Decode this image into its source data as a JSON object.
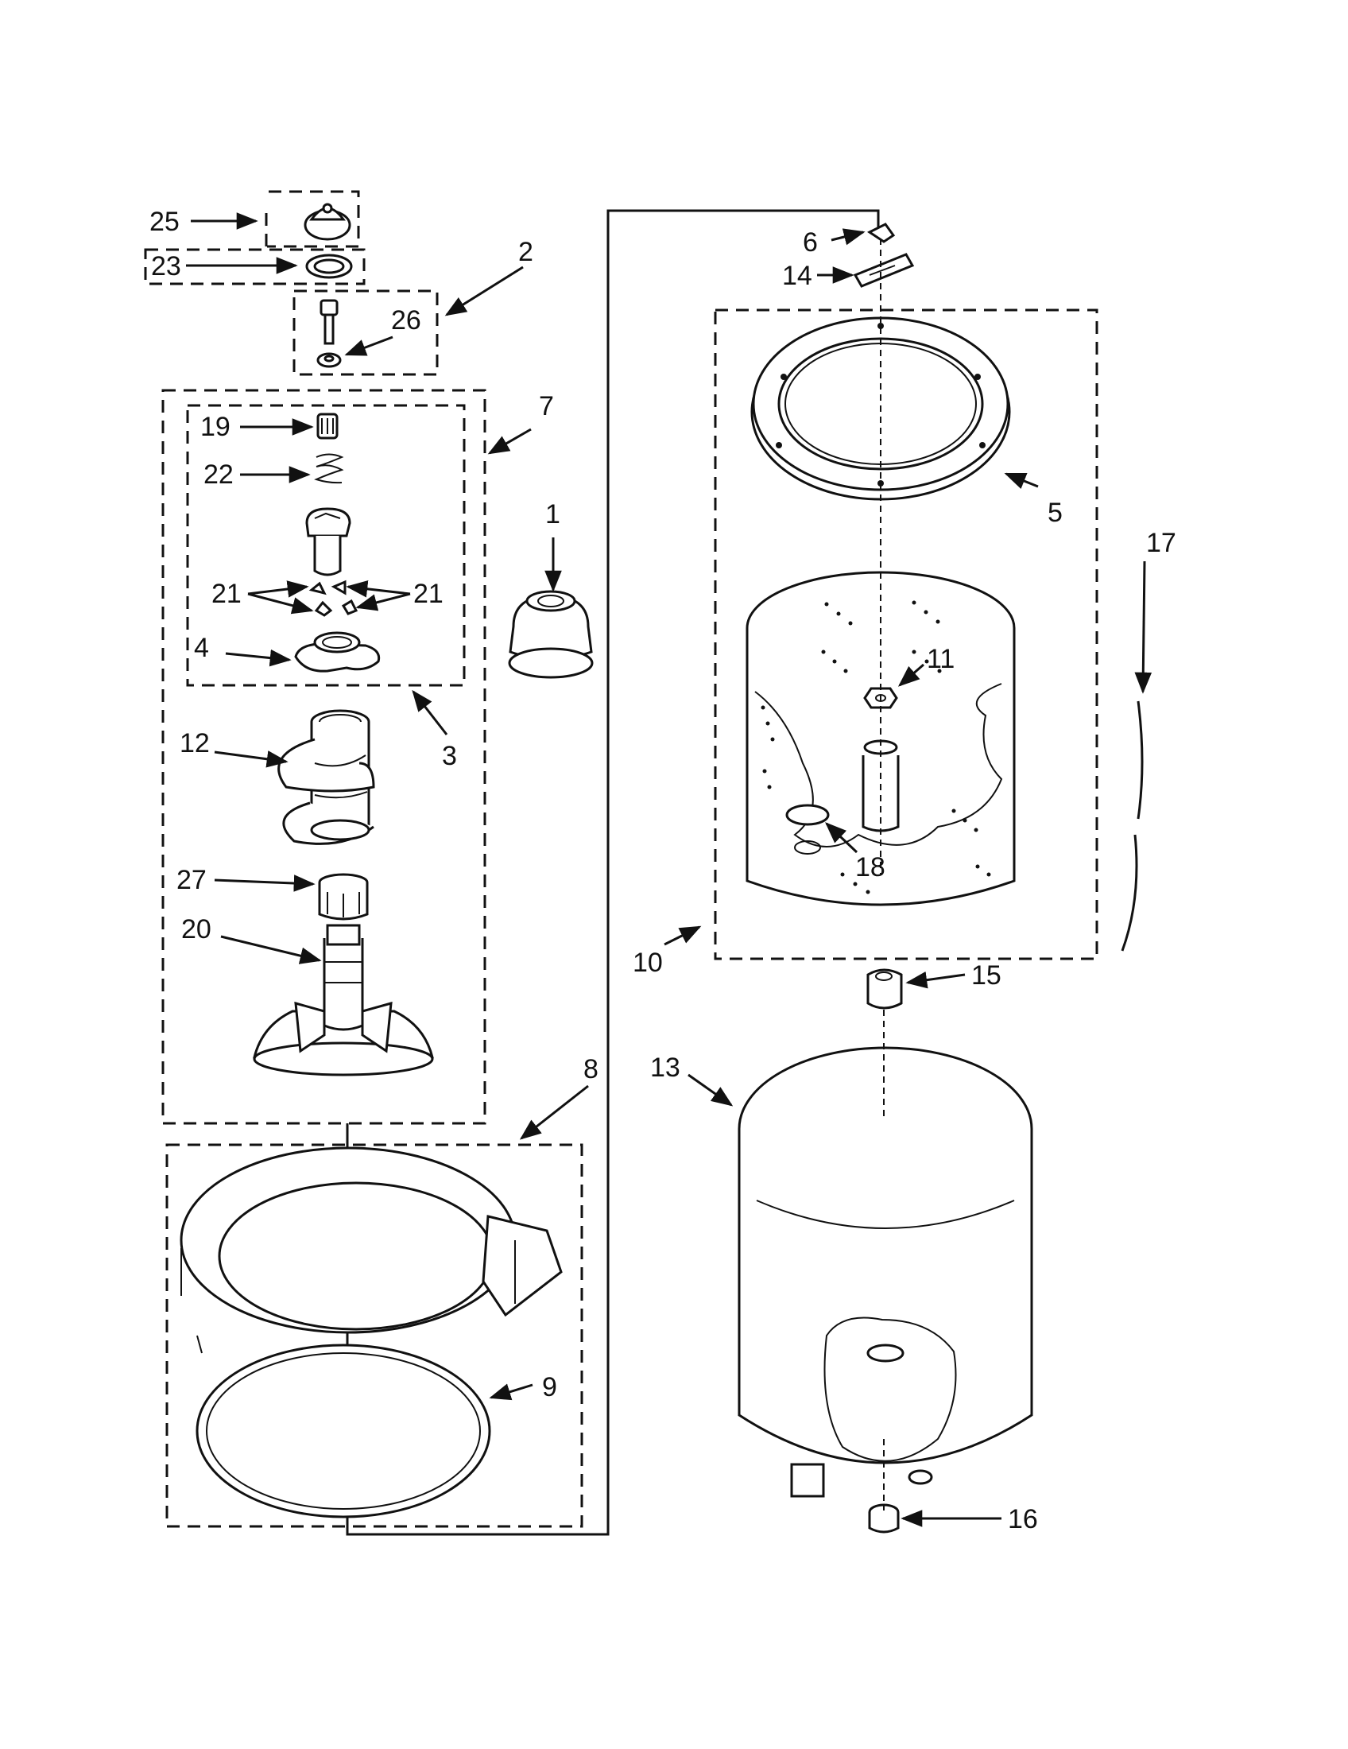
{
  "diagram": {
    "callouts": {
      "c25": "25",
      "c23": "23",
      "c2": "2",
      "c26": "26",
      "c19": "19",
      "c22": "22",
      "c7": "7",
      "c21a": "21",
      "c21b": "21",
      "c4": "4",
      "c3": "3",
      "c1": "1",
      "c12": "12",
      "c27": "27",
      "c20": "20",
      "c8": "8",
      "c9": "9",
      "c6": "6",
      "c14": "14",
      "c5": "5",
      "c17": "17",
      "c11": "11",
      "c18": "18",
      "c10": "10",
      "c15": "15",
      "c13": "13",
      "c16": "16"
    }
  }
}
